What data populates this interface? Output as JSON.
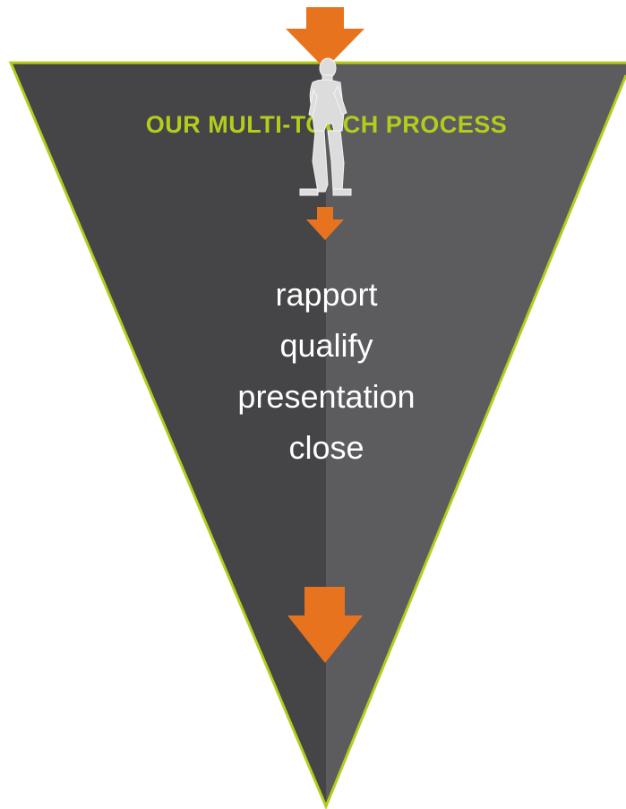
{
  "diagram": {
    "title": "OUR MULTI-TOUCH PROCESS",
    "steps": [
      "rapport",
      "qualify",
      "presentation",
      "close"
    ]
  },
  "colors": {
    "funnel_left": "#454547",
    "funnel_right": "#5c5c5f",
    "funnel_outline": "#b5cc1b",
    "title": "#b5cc1b",
    "arrow": "#e8731f",
    "step_text": "#ffffff"
  },
  "icons": [
    "down-arrow-icon",
    "businessman-silhouette-icon"
  ]
}
